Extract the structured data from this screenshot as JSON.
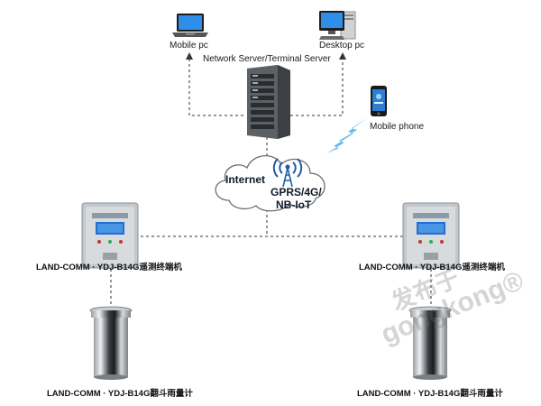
{
  "nodes": {
    "mobile_pc": "Mobile pc",
    "desktop_pc": "Desktop pc",
    "server": "Network Server/Terminal Server",
    "mobile_phone": "Mobile phone",
    "cloud_internet": "Internet",
    "cloud_line1": "GPRS/4G/",
    "cloud_line2": "NB-IoT",
    "terminal_left": "LAND-COMM · YDJ-B14G遥测终端机",
    "terminal_right": "LAND-COMM · YDJ-B14G遥测终端机",
    "gauge_left": "LAND-COMM · YDJ-B14G翻斗雨量计",
    "gauge_right": "LAND-COMM · YDJ-B14G翻斗雨量计"
  },
  "watermark": {
    "line1": "发布于",
    "line2": "gongkong®"
  },
  "colors": {
    "line": "#333333",
    "device_gray": "#b9bfc4",
    "screen_blue": "#1e6fd0",
    "lightning": "#5ab4e6"
  }
}
